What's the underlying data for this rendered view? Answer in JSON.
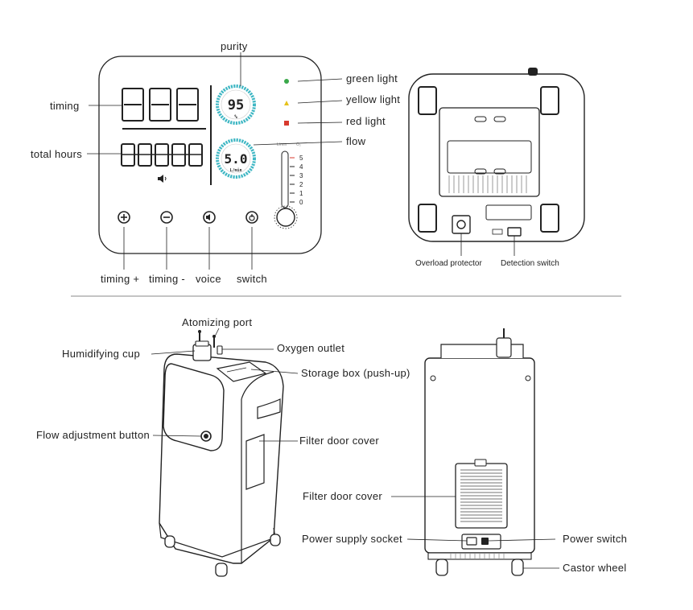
{
  "panel": {
    "purity_label": "purity",
    "purity_value": "95",
    "purity_unit": "%",
    "flow_value": "5.0",
    "flow_unit": "L/min",
    "scale_header_left": "L/min",
    "scale_header_right": "O₂",
    "scale_ticks": [
      "5",
      "4",
      "3",
      "2",
      "1",
      "0"
    ],
    "lights": [
      {
        "name": "green light",
        "color": "#3aa84a"
      },
      {
        "name": "yellow light",
        "color": "#e6c21a"
      },
      {
        "name": "red light",
        "color": "#d83a2e"
      }
    ],
    "callouts": {
      "timing": "timing",
      "total_hours": "total hours",
      "flow": "flow"
    },
    "buttons": [
      {
        "label": "timing +",
        "icon": "plus-circle-icon"
      },
      {
        "label": "timing -",
        "icon": "minus-circle-icon"
      },
      {
        "label": "voice",
        "icon": "speaker-icon"
      },
      {
        "label": "switch",
        "icon": "power-icon"
      }
    ],
    "ring_color": "#3fb7c4"
  },
  "bottom_view": {
    "overload_protector": "Overload protector",
    "detection_switch": "Detection switch"
  },
  "side_view": {
    "atomizing_port": "Atomizing port",
    "humidifying_cup": "Humidifying cup",
    "oxygen_outlet": "Oxygen outlet",
    "storage_box": "Storage box (push-up)",
    "flow_adjustment_button": "Flow adjustment button",
    "filter_door_cover": "Filter door cover"
  },
  "back_view": {
    "filter_door_cover": "Filter door cover",
    "power_supply_socket": "Power supply socket",
    "power_switch": "Power switch",
    "castor_wheel": "Castor wheel"
  }
}
